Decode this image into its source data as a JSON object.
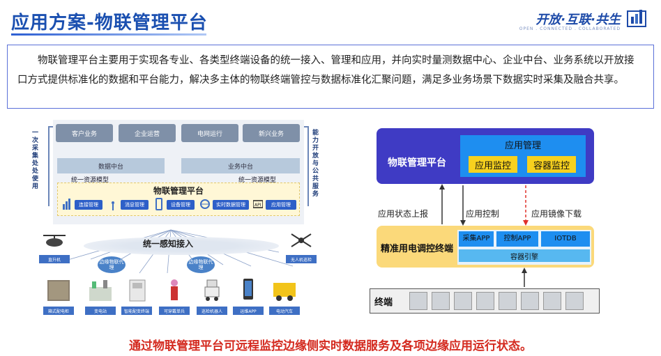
{
  "header": {
    "title": "应用方案-物联管理平台",
    "slogan": "开放·互联·共生",
    "slogan_sub": "OPEN . CONNECTED . COLLABORATED"
  },
  "intro": "物联管理平台主要用于实现各专业、各类型终端设备的统一接入、管理和应用，并向实时量测数据中心、企业中台、业务系统以开放接口方式提供标准化的数据和平台能力，解决多主体的物联终端管控与数据标准化汇聚问题，满足多业务场景下数据实时采集及融合共享。",
  "left_diagram": {
    "left_label": "一次采集 处处使用",
    "right_label": "能力开放与公共服务",
    "top_boxes": [
      "客户业务",
      "企业运营",
      "电网运行",
      "新兴业务"
    ],
    "mid_boxes": [
      "数据中台",
      "业务中台"
    ],
    "model_labels": [
      "统一资源模型",
      "统一资源模型"
    ],
    "platform_title": "物联管理平台",
    "modules": [
      "连接管理",
      "消息管理",
      "设备管理",
      "实时数据管理",
      "应用管理"
    ],
    "sensing_label": "统一感知接入",
    "edge_proxies": [
      "边缘物联代理",
      "边缘物联代理"
    ],
    "devices_top": [
      "直升机",
      "无人机巡检"
    ],
    "devices_bottom": [
      "箱式配电柜",
      "变电站",
      "智能配变终端",
      "可穿戴单兵",
      "巡检机器人",
      "运维APP",
      "电动汽车"
    ]
  },
  "right_diagram": {
    "platform_label": "物联管理平台",
    "app_mgmt_title": "应用管理",
    "app_boxes": [
      "应用监控",
      "容器监控"
    ],
    "arrow_labels": [
      "应用状态上报",
      "应用控制",
      "应用镜像下载"
    ],
    "terminal_label": "精准用电调控终端",
    "terminal_boxes": [
      "采集APP",
      "控制APP",
      "IOTDB"
    ],
    "engine_label": "容器引擎",
    "bottom_label": "终端"
  },
  "conclusion": "通过物联管理平台可远程监控边缘侧实时数据服务及各项边缘应用运行状态。",
  "colors": {
    "title_blue": "#1a4fb0",
    "platform_purple": "#3f3bc4",
    "app_blue": "#1e8ef0",
    "highlight_yellow": "#f7d11e",
    "terminal_orange": "#fbd97a",
    "conclusion_red": "#d42a1f"
  }
}
